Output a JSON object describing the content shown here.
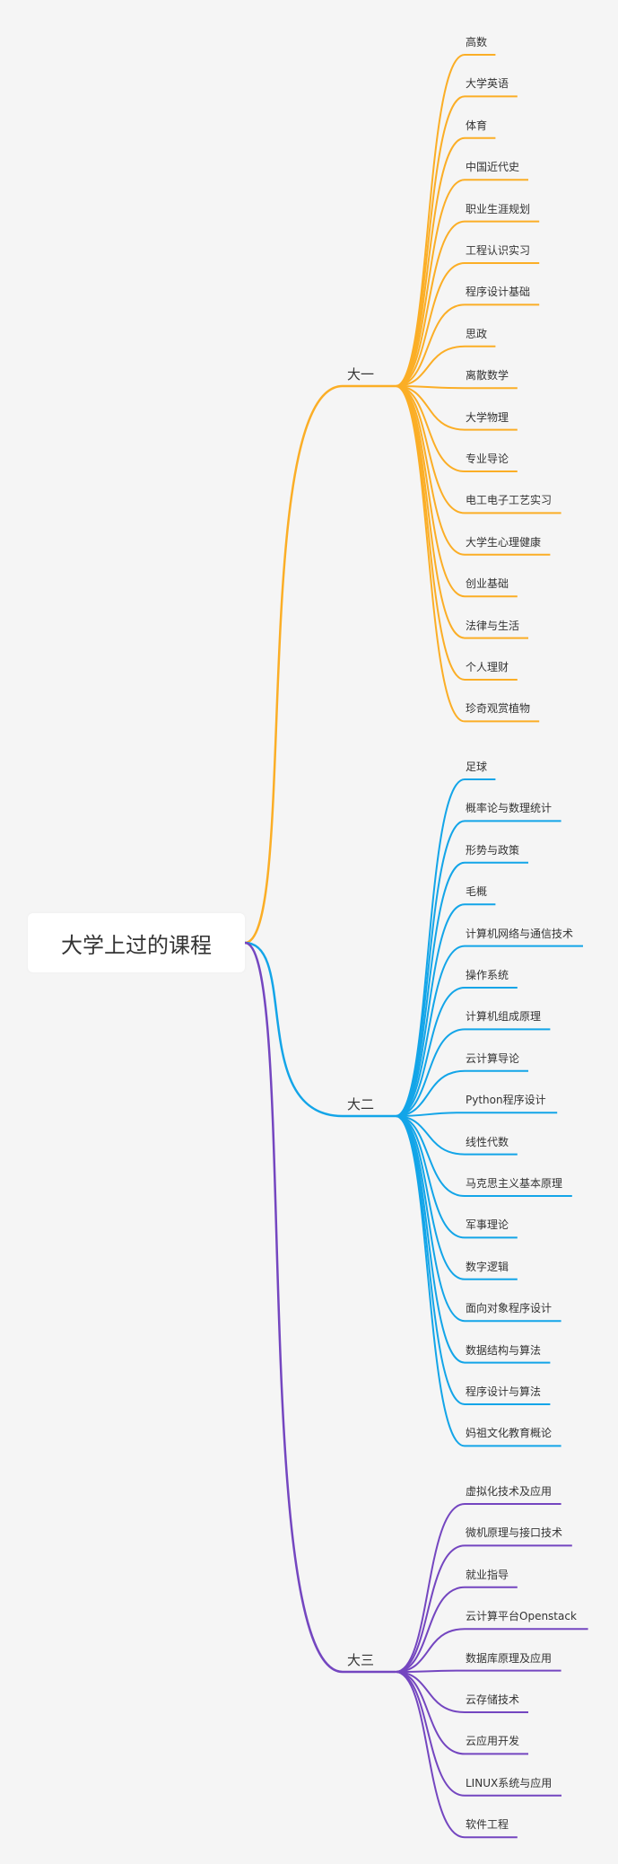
{
  "root": {
    "title": "大学上过的课程"
  },
  "branches": [
    {
      "label": "大一",
      "color": "#FBAE26",
      "items": [
        "高数",
        "大学英语",
        "体育",
        "中国近代史",
        "职业生涯规划",
        "工程认识实习",
        "程序设计基础",
        "思政",
        "离散数学",
        "大学物理",
        "专业导论",
        "电工电子工艺实习",
        "大学生心理健康",
        "创业基础",
        "法律与生活",
        "个人理财",
        "珍奇观赏植物"
      ]
    },
    {
      "label": "大二",
      "color": "#13A5E8",
      "items": [
        "足球",
        "概率论与数理统计",
        "形势与政策",
        "毛概",
        "计算机网络与通信技术",
        "操作系统",
        "计算机组成原理",
        "云计算导论",
        "Python程序设计",
        "线性代数",
        "马克思主义基本原理",
        "军事理论",
        "数字逻辑",
        "面向对象程序设计",
        "数据结构与算法",
        "程序设计与算法",
        "妈祖文化教育概论"
      ]
    },
    {
      "label": "大三",
      "color": "#7446C0",
      "items": [
        "虚拟化技术及应用",
        "微机原理与接口技术",
        "就业指导",
        "云计算平台Openstack",
        "数据库原理及应用",
        "云存储技术",
        "云应用开发",
        "LINUX系统与应用",
        "软件工程"
      ]
    }
  ]
}
